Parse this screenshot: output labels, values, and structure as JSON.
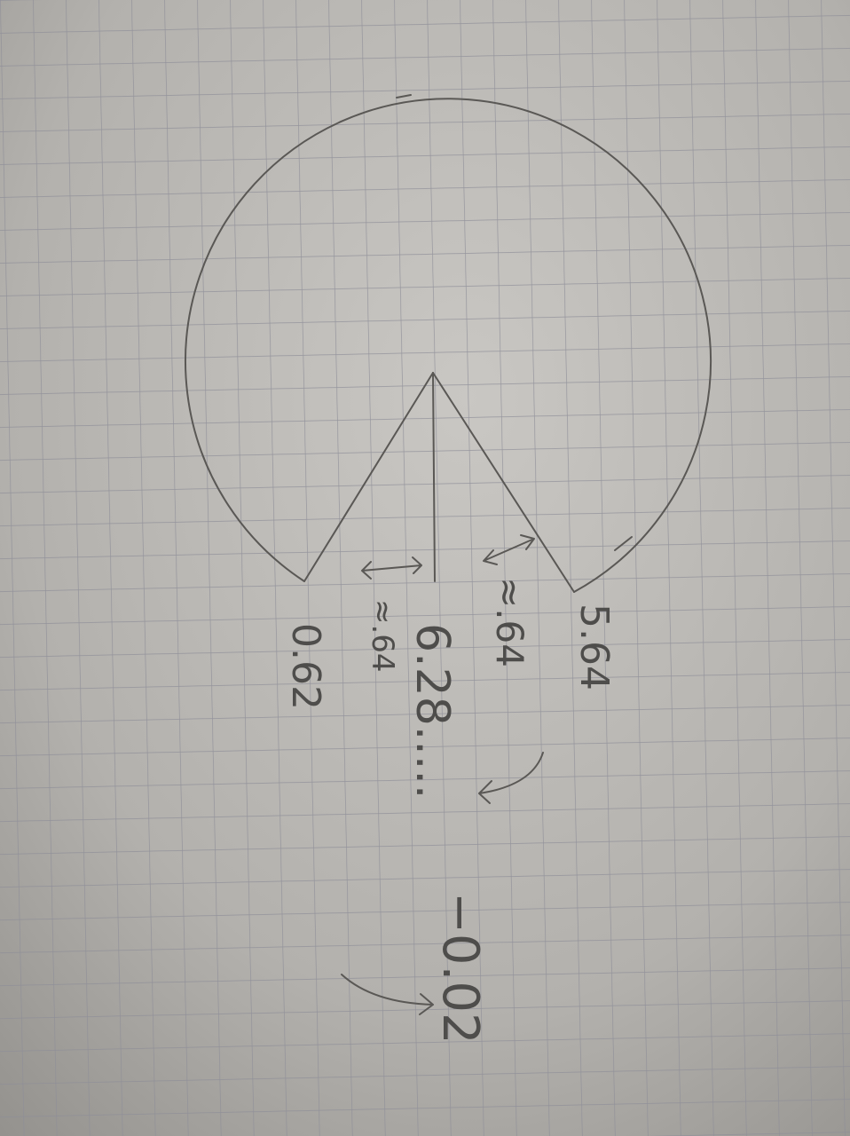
{
  "labels": {
    "right_endpoint": "5.64",
    "left_endpoint": "0.62",
    "arc_gap_measure": "≈.64",
    "inner_gap_measure": "≈.64",
    "full_turn": "6.28.....",
    "difference": "−0.02"
  },
  "colors": {
    "paper": "#b4b2ae",
    "grid_line": "#8a8a93",
    "pencil": "#5a5855"
  }
}
